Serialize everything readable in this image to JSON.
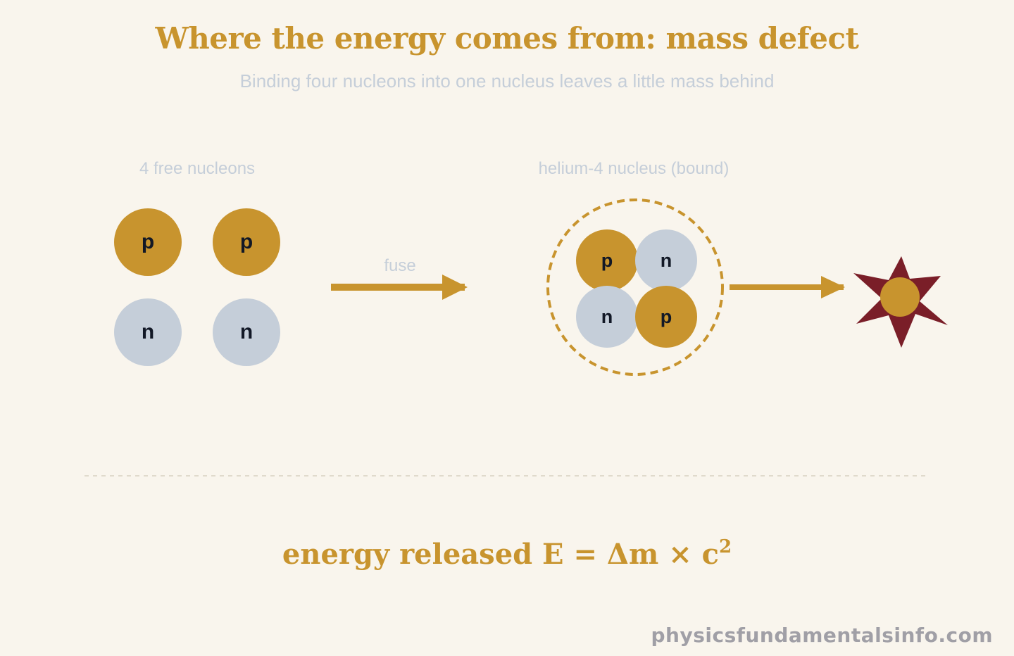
{
  "title": "Where the energy comes from: mass defect",
  "subtitle": "Binding four nucleons into one nucleus leaves a little mass behind",
  "free": {
    "label": "4 free nucleons",
    "nucleons": [
      "p",
      "p",
      "n",
      "n"
    ]
  },
  "arrow": {
    "label": "fuse"
  },
  "bound": {
    "label": "helium-4 nucleus (bound)",
    "nucleons": [
      "p",
      "n",
      "n",
      "p"
    ]
  },
  "formula": {
    "text": "energy released E = Δm × c",
    "exponent": "2"
  },
  "credit": "physicsfundamentalsinfo.com",
  "colors": {
    "proton": "#c8942e",
    "neutron": "#c5ced9",
    "burst": "#7a1e28",
    "background": "#f9f5ed"
  }
}
